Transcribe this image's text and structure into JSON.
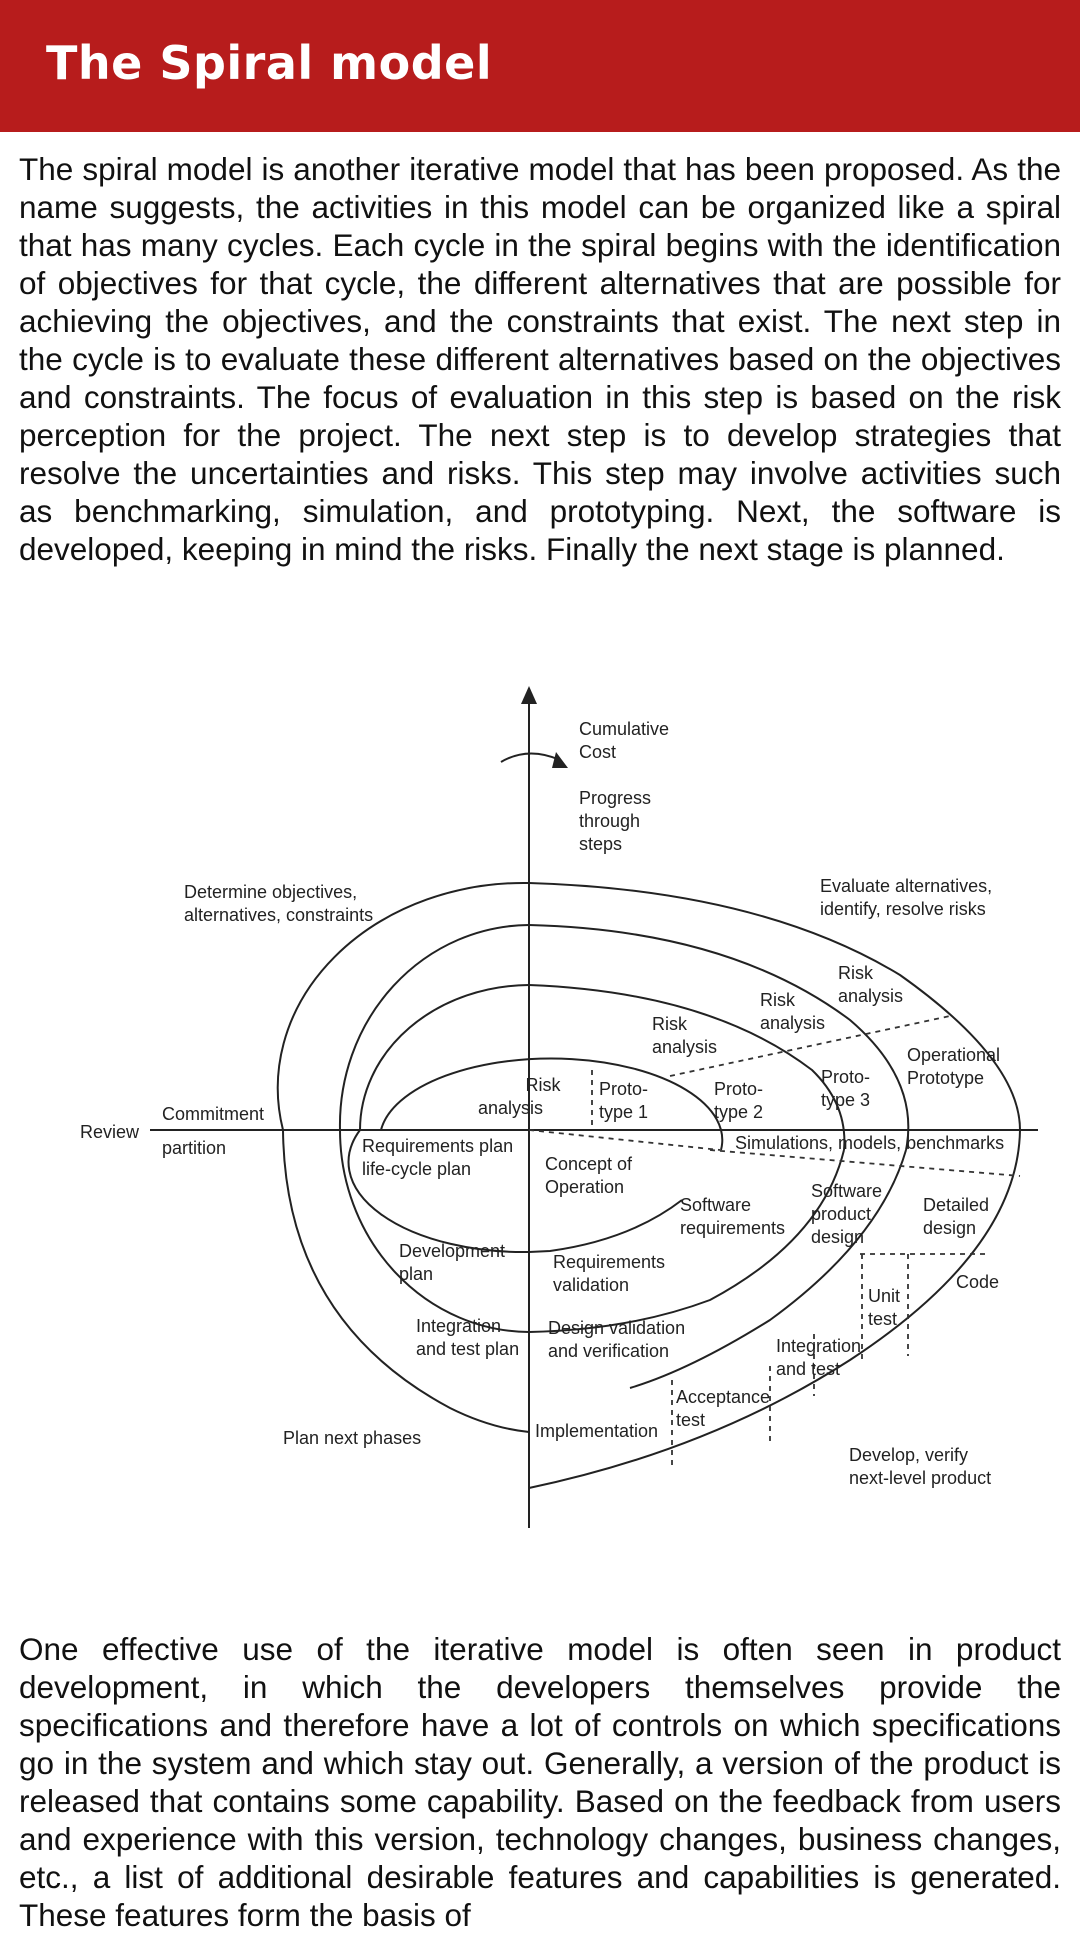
{
  "header": {
    "title": "The Spiral model"
  },
  "content": {
    "paragraph1": "The spiral model is another iterative model that has been proposed. As the name suggests, the activities in this model can be organized like a spiral that has many cycles. Each cycle in the spiral begins with the identification of objectives for that cycle, the different alternatives that are possible for achieving the objectives, and the constraints that exist. The next step in the cycle is to evaluate these different alternatives based on the objectives and constraints. The focus of evaluation in this step is based on the risk perception for the project. The next step is to develop strategies that resolve the uncertainties and risks. This step may involve activities such as benchmarking, simulation, and prototyping. Next, the software is developed, keeping in mind the risks. Finally the next stage is planned.",
    "paragraph2": "One effective use of the iterative model is often seen in product development, in which the developers themselves provide the specifications and therefore have a lot of controls on which specifications go in the system and which stay out. Generally, a version of the product is released that contains some capability. Based on the feedback from users and experience with this version, technology changes, business changes, etc., a list of additional desirable features and capabilities is generated. These features form the basis of"
  },
  "figure": {
    "cumulative_cost": [
      "Cumulative",
      "Cost"
    ],
    "progress": [
      "Progress",
      "through",
      "steps"
    ],
    "determine": [
      "Determine objectives,",
      "alternatives, constraints"
    ],
    "evaluate": [
      "Evaluate alternatives,",
      "identify, resolve risks"
    ],
    "risk_analysis_4": [
      "Risk",
      "analysis"
    ],
    "risk_analysis_3": [
      "Risk",
      "analysis"
    ],
    "risk_analysis_2": [
      "Risk",
      "analysis"
    ],
    "risk_analysis_1": [
      "Risk",
      "analysis"
    ],
    "operational_prototype": [
      "Operational",
      "Prototype"
    ],
    "prototype_1": [
      "Proto-",
      "type 1"
    ],
    "prototype_2": [
      "Proto-",
      "type 2"
    ],
    "prototype_3": [
      "Proto-",
      "type 3"
    ],
    "review": "Review",
    "commitment": "Commitment",
    "partition": "partition",
    "simulations": "Simulations, models, benchmarks",
    "requirements_plan": [
      "Requirements plan",
      "life-cycle plan"
    ],
    "concept": [
      "Concept of",
      "Operation"
    ],
    "software_requirements": [
      "Software",
      "requirements"
    ],
    "software_product_design": [
      "Software",
      "product",
      "design"
    ],
    "detailed_design": [
      "Detailed",
      "design"
    ],
    "development_plan": [
      "Development",
      "plan"
    ],
    "requirements_validation": [
      "Requirements",
      "validation"
    ],
    "code": "Code",
    "unit_test": [
      "Unit",
      "test"
    ],
    "integration_test_plan": [
      "Integration",
      "and test plan"
    ],
    "design_validation": [
      "Design validation",
      "and verification"
    ],
    "integration_test": [
      "Integration",
      "and test"
    ],
    "acceptance_test": [
      "Acceptance",
      "test"
    ],
    "implementation": "Implementation",
    "plan_next": "Plan next phases",
    "develop_verify": [
      "Develop, verify",
      "next-level product"
    ]
  }
}
